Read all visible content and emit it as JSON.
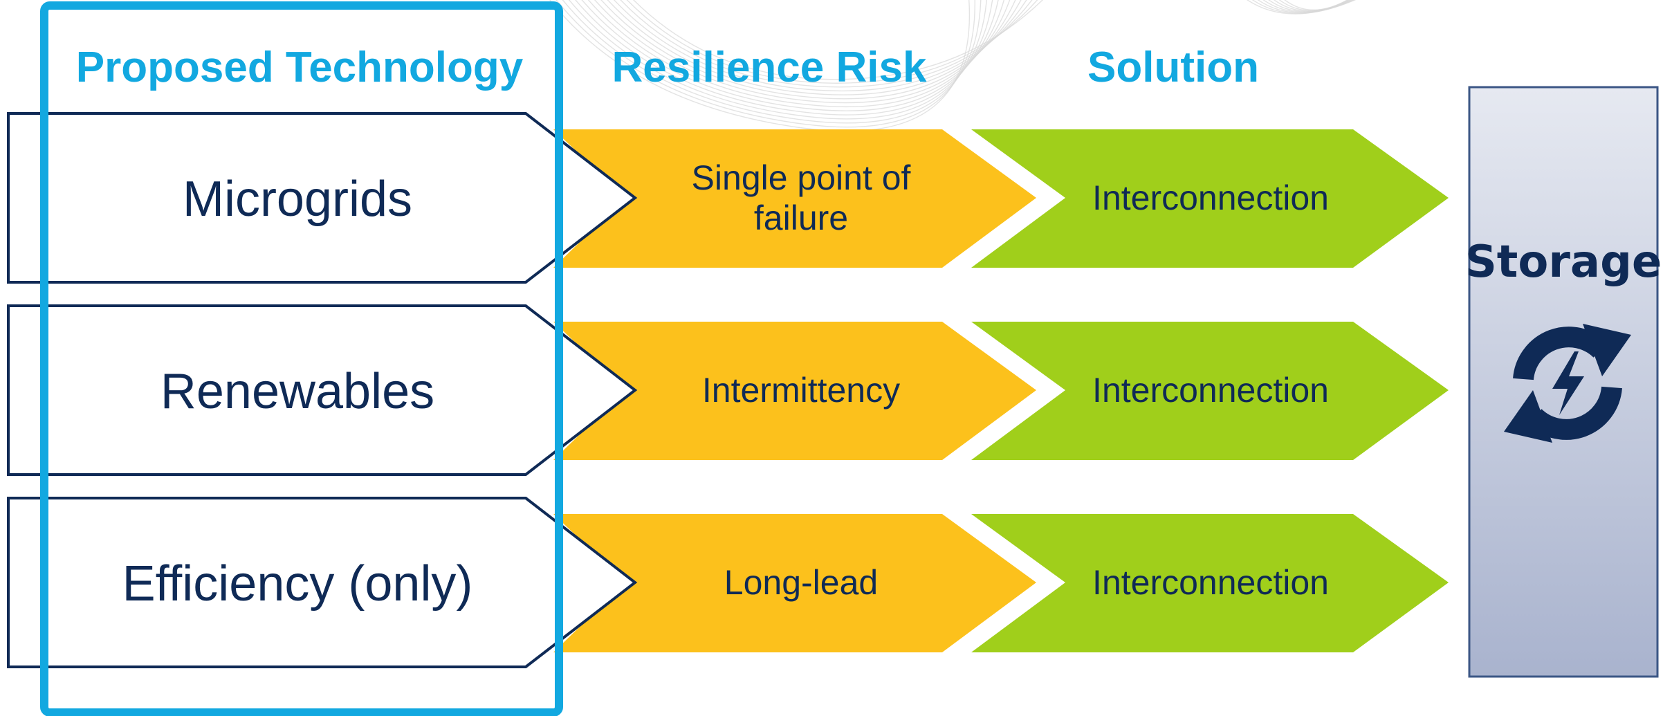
{
  "headers": {
    "technology": "Proposed Technology",
    "risk": "Resilience Risk",
    "solution": "Solution"
  },
  "rows": [
    {
      "technology": "Microgrids",
      "risk_lines": [
        "Single point of",
        "failure"
      ],
      "solution": "Interconnection"
    },
    {
      "technology": "Renewables",
      "risk_lines": [
        "Intermittency"
      ],
      "solution": "Interconnection"
    },
    {
      "technology": "Efficiency (only)",
      "risk_lines": [
        "Long-lead"
      ],
      "solution": "Interconnection"
    }
  ],
  "storage": {
    "title": "Storage",
    "icon": "storage-cycle-icon"
  },
  "colors": {
    "header_text": "#12A8E0",
    "highlight_border": "#12A8E0",
    "tech_border": "#0F2A56",
    "text_dark": "#0F2A56",
    "risk_fill": "#FCC11C",
    "solution_fill": "#A0CF1B",
    "storage_gradient_top": "#E6E9F1",
    "storage_gradient_bottom": "#A9B3CE",
    "background_lines": "#D7D7D7"
  }
}
